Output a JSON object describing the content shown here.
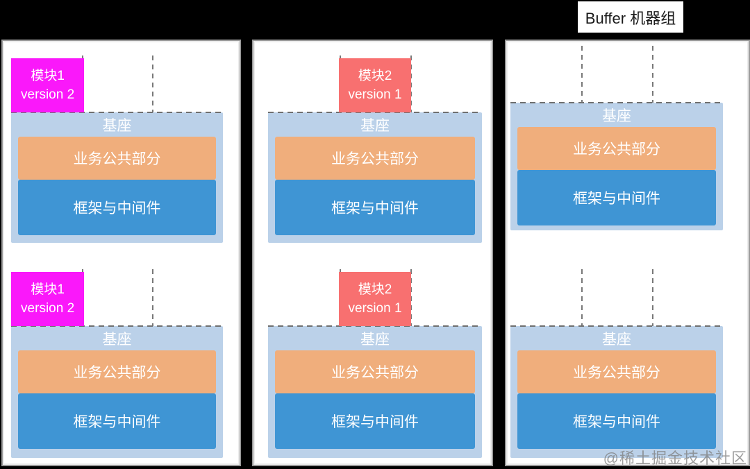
{
  "buffer_group": {
    "label": "Buffer 机器组"
  },
  "watermark": "@稀土掘金技术社区",
  "shared": {
    "base_label": "基座",
    "business_label": "业务公共部分",
    "framework_label": "框架与中间件"
  },
  "colors": {
    "page_bg": "#000000",
    "panel_bg": "#FFFFFF",
    "panel_border": "#9B9B9B",
    "module1_bg": "#FA18FA",
    "module2_bg": "#F87070",
    "base_bg": "#BBD1E9",
    "business_bg": "#F0AE7C",
    "framework_bg": "#3F95D4"
  },
  "machines": [
    {
      "servers": [
        {
          "module": {
            "title": "模块1",
            "version": "version 2",
            "slot": 1
          }
        },
        {
          "module": {
            "title": "模块1",
            "version": "version 2",
            "slot": 1
          }
        }
      ]
    },
    {
      "servers": [
        {
          "module": {
            "title": "模块2",
            "version": "version 1",
            "slot": 2
          }
        },
        {
          "module": {
            "title": "模块2",
            "version": "version 1",
            "slot": 2
          }
        }
      ]
    },
    {
      "servers": [
        {},
        {}
      ]
    }
  ]
}
